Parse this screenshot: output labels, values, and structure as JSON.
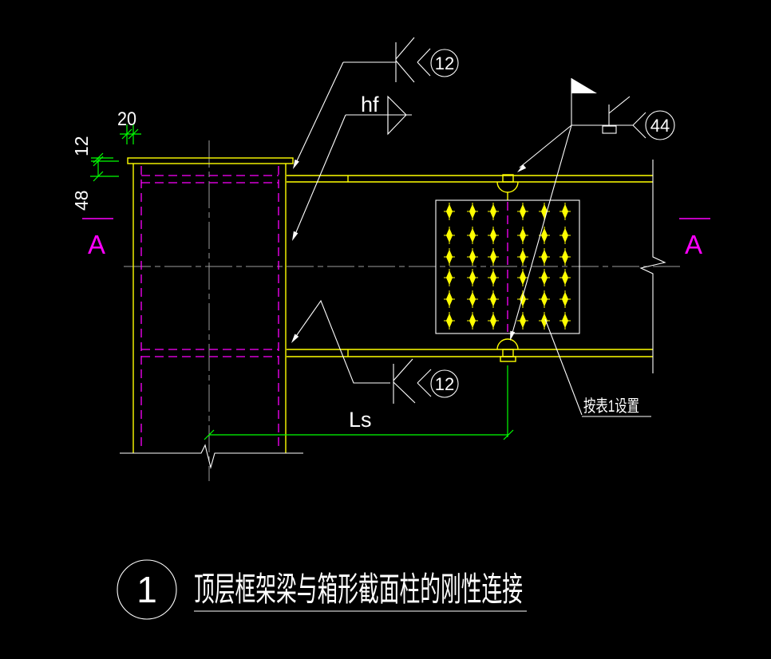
{
  "drawing": {
    "title_number": "1",
    "title": "顶层框架梁与箱形截面柱的刚性连接",
    "section_mark": "A",
    "note_leader": "按表1设置",
    "dim_span": "Ls",
    "dim_overhang": "20",
    "dim_plate_thickness": "12",
    "dim_diaphragm_offset": "48",
    "weld_top_size": "12",
    "weld_bottom_size": "12",
    "weld_splice_size": "44",
    "weld_fillet_label": "hf"
  },
  "colors": {
    "background": "#000000",
    "steel_outline": "#FFFF00",
    "hidden_line": "#FF00FF",
    "dimension_line": "#00FF00",
    "annotation": "#FFFFFF",
    "centerline": "#9C9C9C",
    "section_mark": "#FF00FF",
    "bolt": "#FFFF00"
  },
  "bolt_grid": {
    "cols_x": [
      563,
      592,
      618,
      655,
      682,
      708
    ],
    "rows_y": [
      265,
      295,
      322,
      348,
      375,
      402
    ]
  }
}
